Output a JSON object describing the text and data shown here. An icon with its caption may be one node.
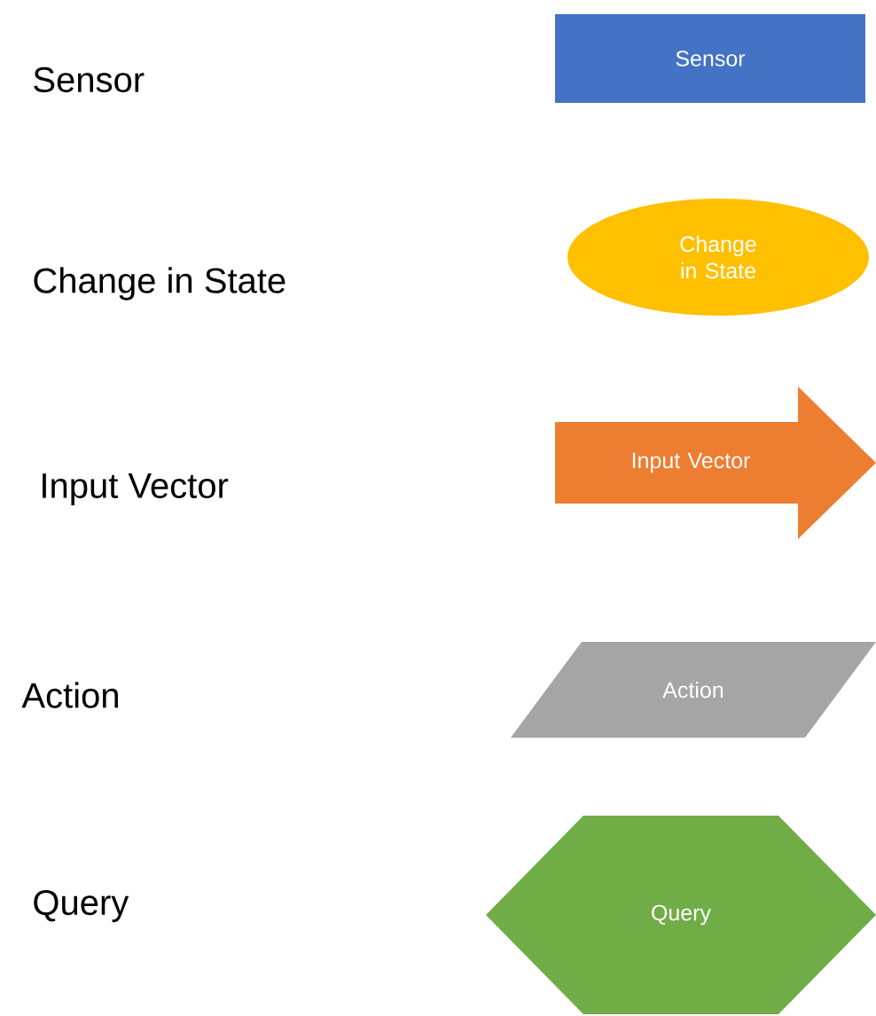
{
  "diagram": {
    "nodes": [
      {
        "text": [
          "Sensor"
        ]
      },
      {
        "text": [
          "Change in State"
        ]
      },
      {
        "text": [
          "Input Vector"
        ]
      },
      {
        "text": [
          "Action"
        ]
      },
      {
        "text": [
          "Query"
        ]
      }
    ],
    "labels": [
      "Sensor",
      "Change in State",
      "Input Vector",
      "Action",
      "Query"
    ]
  }
}
